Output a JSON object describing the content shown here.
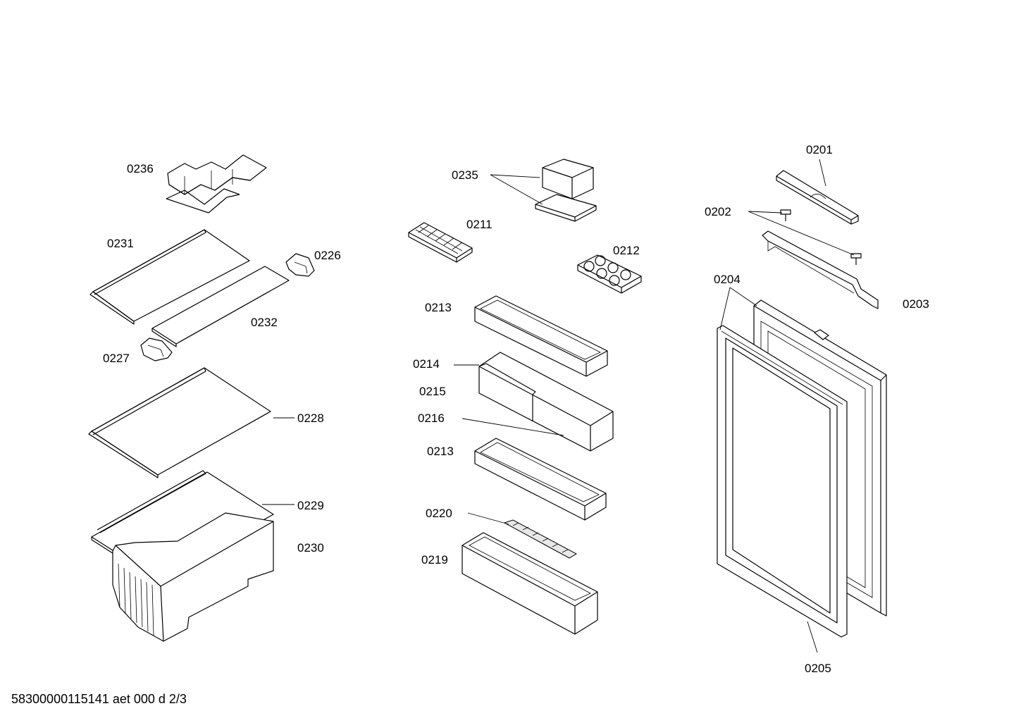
{
  "labels": {
    "p0236": "0236",
    "p0231": "0231",
    "p0226": "0226",
    "p0232": "0232",
    "p0227": "0227",
    "p0228": "0228",
    "p0229": "0229",
    "p0230": "0230",
    "p0235": "0235",
    "p0211": "0211",
    "p0212": "0212",
    "p0213a": "0213",
    "p0214": "0214",
    "p0215": "0215",
    "p0216": "0216",
    "p0213b": "0213",
    "p0220": "0220",
    "p0219": "0219",
    "p0201": "0201",
    "p0202": "0202",
    "p0203": "0203",
    "p0204": "0204",
    "p0205": "0205"
  },
  "footer": "58300000115141 aet 000 d 2/3"
}
